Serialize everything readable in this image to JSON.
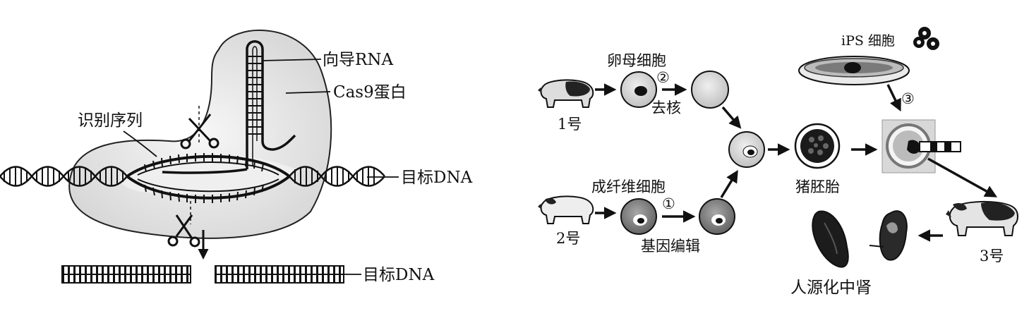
{
  "left_panel": {
    "guide_rna_label": "向导RNA",
    "cas9_label": "Cas9蛋白",
    "recognition_seq_label": "识别序列",
    "target_dna_label_top": "目标DNA",
    "target_dna_label_bottom": "目标DNA"
  },
  "right_panel": {
    "oocyte_label": "卵母细胞",
    "step2_marker": "②",
    "enucleation_label": "去核",
    "pig1_label": "1号",
    "fibroblast_label": "成纤维细胞",
    "step1_marker": "①",
    "gene_editing_label": "基因编辑",
    "pig2_label": "2号",
    "embryo_label": "猪胚胎",
    "ips_label": "iPS 细胞",
    "step3_marker": "③",
    "pig3_label": "3号",
    "kidney_label": "人源化中肾"
  }
}
